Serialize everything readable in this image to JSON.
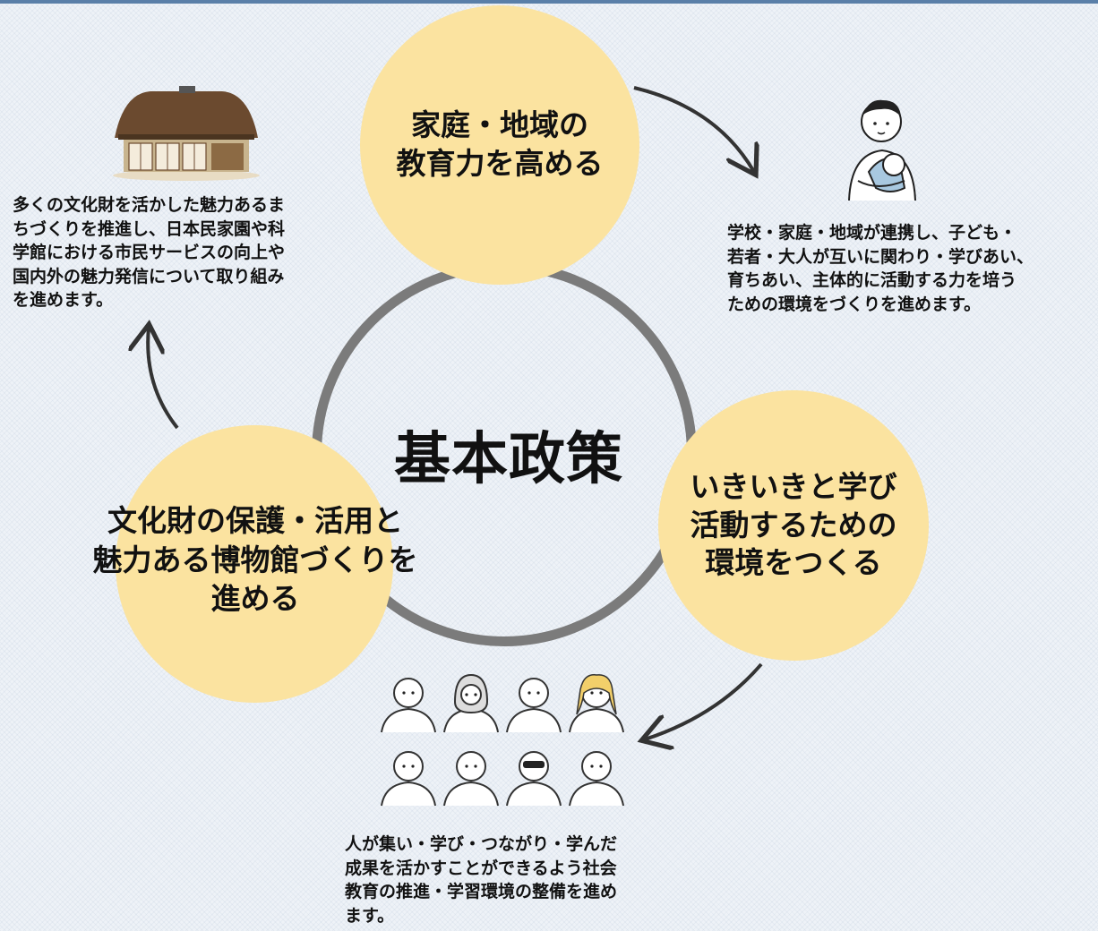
{
  "center": {
    "title": "基本政策"
  },
  "policies": {
    "top": {
      "label": "家庭・地域の\n教育力を高める"
    },
    "right": {
      "label": "いきいきと学び\n活動するための\n環境をつくる"
    },
    "left": {
      "label": "文化財の保護・活用と\n魅力ある博物館づくりを\n進める"
    }
  },
  "descriptions": {
    "left": "多くの文化財を活かした魅力あるま\nちづくりを推進し、日本民家園や科\n学館における市民サービスの向上や\n国内外の魅力発信について取り組み\nを進めます。",
    "right": "学校・家庭・地域が連携し、子ども・\n若者・大人が互いに関わり・学びあい、\n育ちあい、主体的に活動する力を培う\nための環境をづくりを進めます。",
    "bottom": "人が集い・学び・つながり・学んだ\n成果を活かすことができるよう社会\n教育の推進・学習環境の整備を進め\nます。"
  },
  "colors": {
    "bubble": "#fbe3a0",
    "ring": "#7b7b7b",
    "arrow": "#333333"
  },
  "icons": {
    "top_left": "traditional-house-icon",
    "top_right": "parent-with-baby-icon",
    "bottom": "group-of-people-icon"
  }
}
